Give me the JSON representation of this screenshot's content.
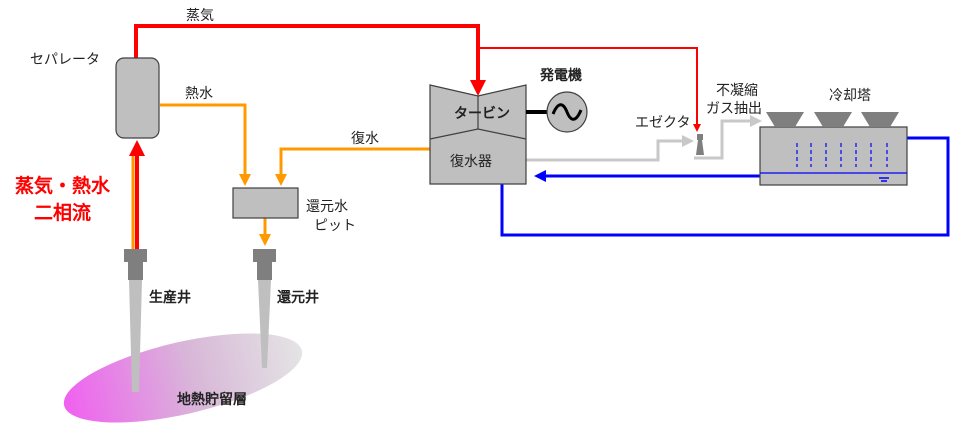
{
  "labels": {
    "steam": "蒸気",
    "separator": "セパレータ",
    "hot_water": "熱水",
    "two_phase_line1": "蒸気・熱水",
    "two_phase_line2": "二相流",
    "return_pit_line1": "還元水",
    "return_pit_line2": "ピット",
    "production_well": "生産井",
    "reinjection_well": "還元井",
    "reservoir": "地熱貯留層",
    "condensate": "復水",
    "turbine": "タービン",
    "condenser": "復水器",
    "generator": "発電機",
    "ejector": "エゼクタ",
    "ncg_line1": "不凝縮",
    "ncg_line2": "ガス抽出",
    "cooling_tower": "冷却塔"
  },
  "colors": {
    "steam": "#ff0000",
    "hot_water": "#ff9900",
    "cooling_water": "#0000ff",
    "gas": "#c8c8c8",
    "equipment": "#bfbfbf"
  }
}
